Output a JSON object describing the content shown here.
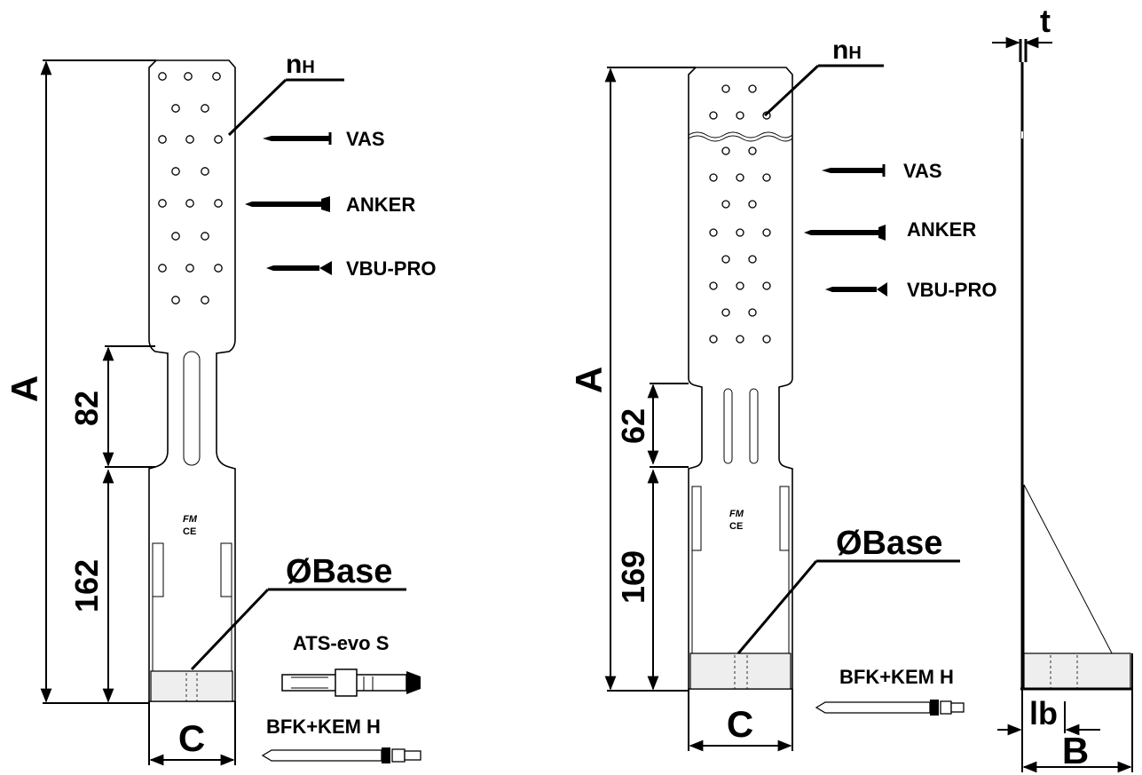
{
  "left_view": {
    "dim_height": "A",
    "dim_upper": "82",
    "dim_lower": "162",
    "dim_width": "C",
    "nail_label": "n",
    "nail_sub": "H",
    "base_label": "ØBase",
    "logo_top": "FM",
    "logo_bottom": "CE",
    "fasteners": [
      "VAS",
      "ANKER",
      "VBU-PRO"
    ],
    "anchors": [
      "ATS-evo S",
      "BFK+KEM H"
    ]
  },
  "right_view": {
    "dim_height": "A",
    "dim_upper": "62",
    "dim_lower": "169",
    "dim_width": "C",
    "nail_label": "n",
    "nail_sub": "H",
    "base_label": "ØBase",
    "logo_top": "FM",
    "logo_bottom": "CE",
    "fasteners": [
      "VAS",
      "ANKER",
      "VBU-PRO"
    ],
    "anchors": [
      "BFK+KEM H"
    ]
  },
  "side_view": {
    "dim_thickness": "t",
    "dim_lb": "lb",
    "dim_b": "B"
  }
}
